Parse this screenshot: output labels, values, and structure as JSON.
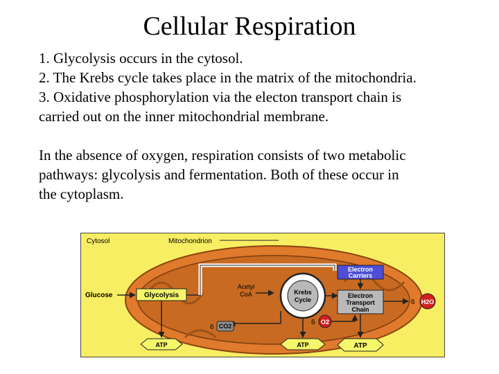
{
  "slide": {
    "title": "Cellular Respiration",
    "lines": [
      "1. Glycolysis occurs in the cytosol.",
      "2. The Krebs cycle takes place in the matrix of the mitochondria.",
      "3. Oxidative phosphorylation via the electon transport chain is",
      "carried out on the inner mitochondrial membrane.",
      "In the absence of oxygen, respiration consists of two metabolic",
      "pathways: glycolysis and fermentation. Both of these occur in",
      "the cytoplasm."
    ]
  },
  "diagram": {
    "labels": {
      "cytosol": "Cytosol",
      "mitochondrion": "Mitochondrion",
      "glucose": "Glucose",
      "glycolysis": "Glycolysis",
      "acetyl_coa_1": "Acetyl",
      "acetyl_coa_2": "CoA",
      "krebs_1": "Krebs",
      "krebs_2": "Cycle",
      "carriers_1": "Electron",
      "carriers_2": "Carriers",
      "etc_1": "Electron",
      "etc_2": "Transport",
      "etc_3": "Chain",
      "co2_left_coef": "6",
      "co2_left": "CO2",
      "o2_coef": "6",
      "o2": "O2",
      "h2o_coef": "6",
      "h2o": "H2O",
      "atp_1": "ATP",
      "atp_2": "ATP",
      "atp_3": "ATP"
    },
    "colors": {
      "cytosol": "#f8ee63",
      "mito_outer": "#e07a2c",
      "mito_inner": "#c86a22",
      "box_label": "#f4f76a",
      "carrier_box": "#4e4fd6",
      "etc_box": "#b9b9b9",
      "molecule_red": "#d21f1f",
      "molecule_grey": "#8f8f8f"
    }
  }
}
